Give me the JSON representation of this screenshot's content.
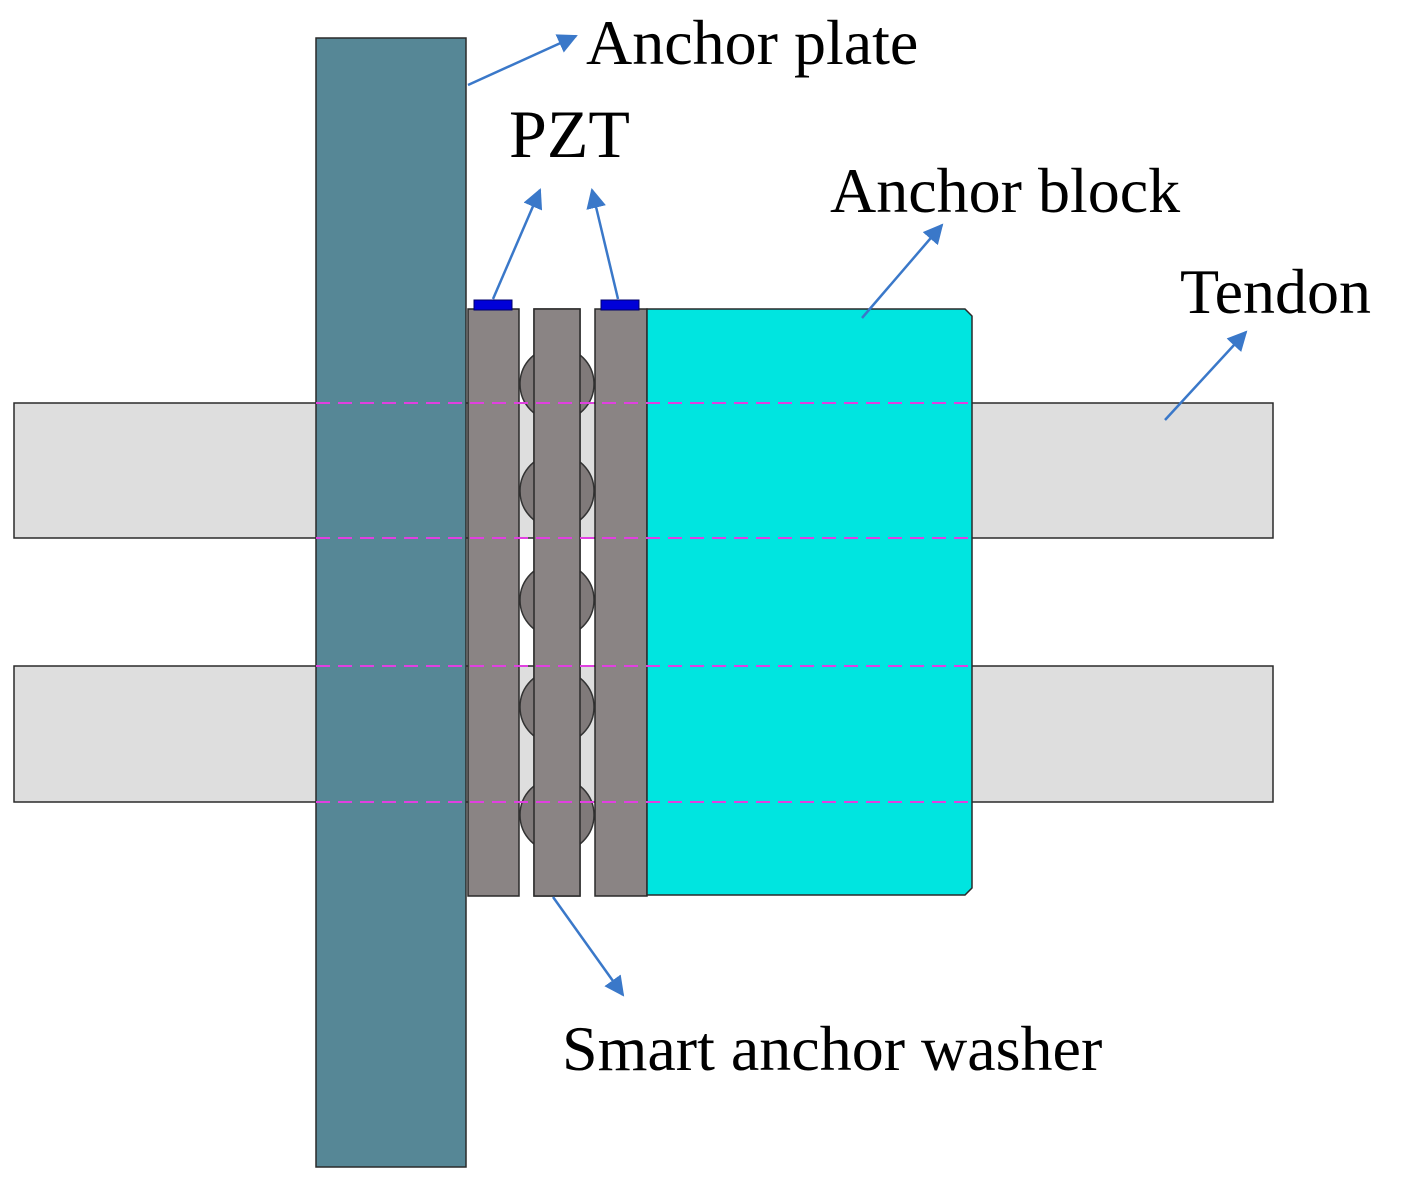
{
  "labels": {
    "anchor_plate": "Anchor plate",
    "pzt": "PZT",
    "anchor_block": "Anchor block",
    "tendon": "Tendon",
    "smart_anchor_washer": "Smart anchor washer"
  },
  "colors": {
    "anchor_plate": "#568796",
    "anchor_block": "#00e5e0",
    "tendon": "#dedede",
    "washer": "#8a8484",
    "ball": "#807a7a",
    "pzt": "#0000d8",
    "arrow": "#3a78c9",
    "dash": "#e040e0"
  }
}
